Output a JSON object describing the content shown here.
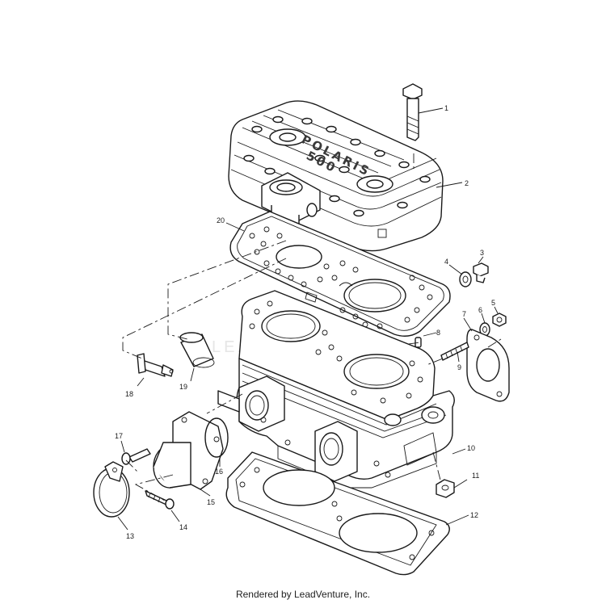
{
  "diagram": {
    "watermark": "LEADVENTURE",
    "cover_stamp_brand": "POLARIS",
    "cover_stamp_model": "500",
    "callouts": [
      "1",
      "2",
      "3",
      "4",
      "5",
      "6",
      "7",
      "8",
      "9",
      "10",
      "11",
      "12",
      "13",
      "14",
      "15",
      "16",
      "17",
      "18",
      "19",
      "20"
    ]
  },
  "footer": {
    "credit": "Rendered by LeadVenture, Inc."
  }
}
